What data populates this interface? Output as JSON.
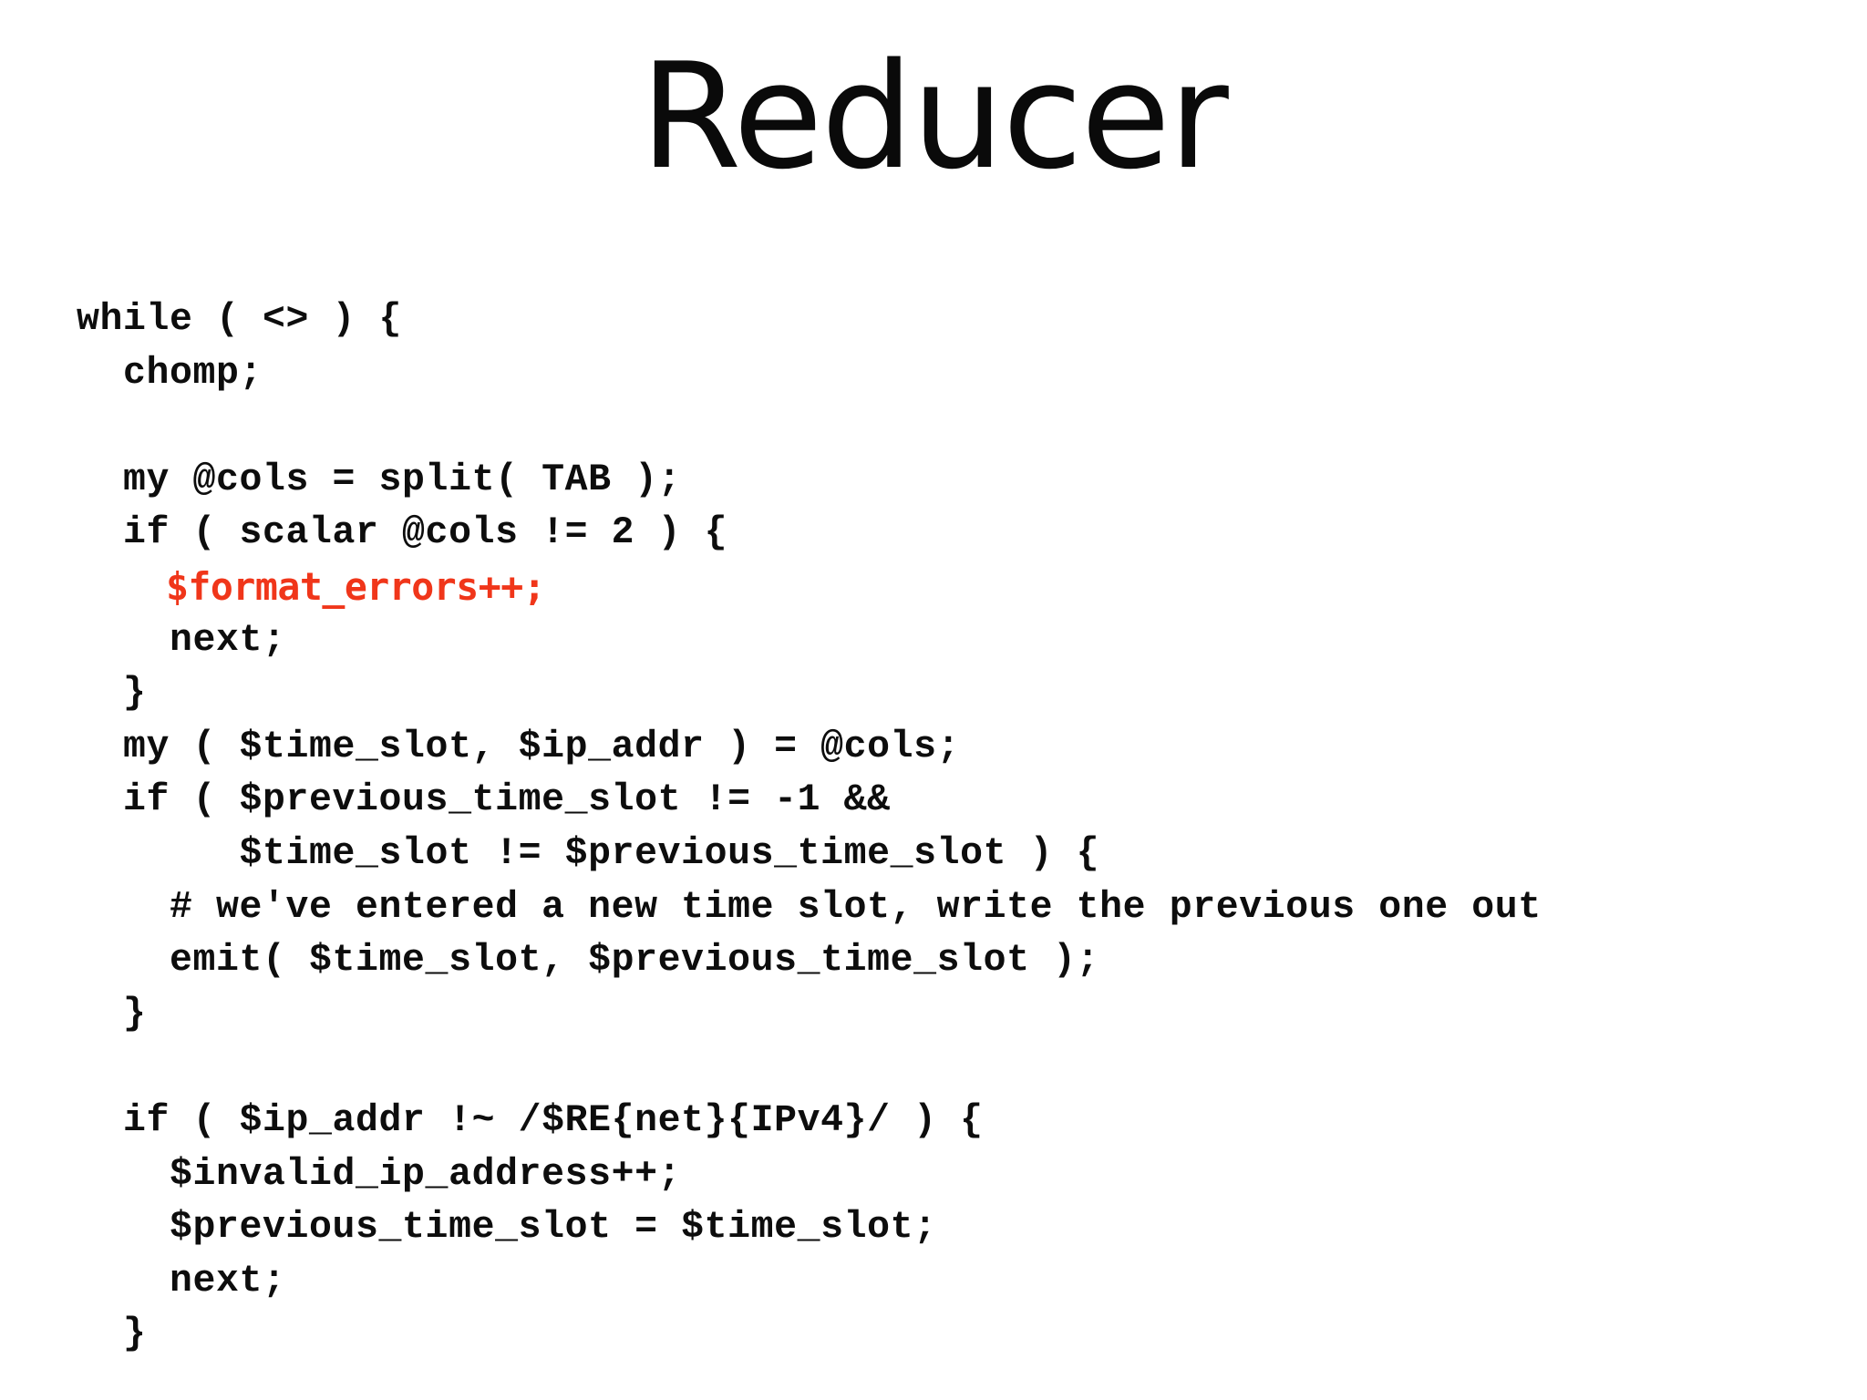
{
  "slide": {
    "title": "Reducer",
    "background_color": "#ffffff",
    "text_color": "#0d0d0d",
    "highlight_color": "#f0361a"
  },
  "code": {
    "language": "perl",
    "lines": [
      {
        "text": "while ( <> ) {",
        "highlight": false
      },
      {
        "text": "  chomp;",
        "highlight": false
      },
      {
        "text": "",
        "highlight": false
      },
      {
        "text": "  my @cols = split( TAB );",
        "highlight": false
      },
      {
        "text": "  if ( scalar @cols != 2 ) {",
        "highlight": false
      },
      {
        "text": "    $format_errors++;",
        "highlight": true
      },
      {
        "text": "    next;",
        "highlight": false
      },
      {
        "text": "  }",
        "highlight": false
      },
      {
        "text": "  my ( $time_slot, $ip_addr ) = @cols;",
        "highlight": false
      },
      {
        "text": "  if ( $previous_time_slot != -1 &&",
        "highlight": false
      },
      {
        "text": "       $time_slot != $previous_time_slot ) {",
        "highlight": false
      },
      {
        "text": "    # we've entered a new time slot, write the previous one out",
        "highlight": false
      },
      {
        "text": "    emit( $time_slot, $previous_time_slot );",
        "highlight": false
      },
      {
        "text": "  }",
        "highlight": false
      },
      {
        "text": "",
        "highlight": false
      },
      {
        "text": "  if ( $ip_addr !~ /$RE{net}{IPv4}/ ) {",
        "highlight": false
      },
      {
        "text": "    $invalid_ip_address++;",
        "highlight": false
      },
      {
        "text": "    $previous_time_slot = $time_slot;",
        "highlight": false
      },
      {
        "text": "    next;",
        "highlight": false
      },
      {
        "text": "  }",
        "highlight": false
      }
    ]
  }
}
